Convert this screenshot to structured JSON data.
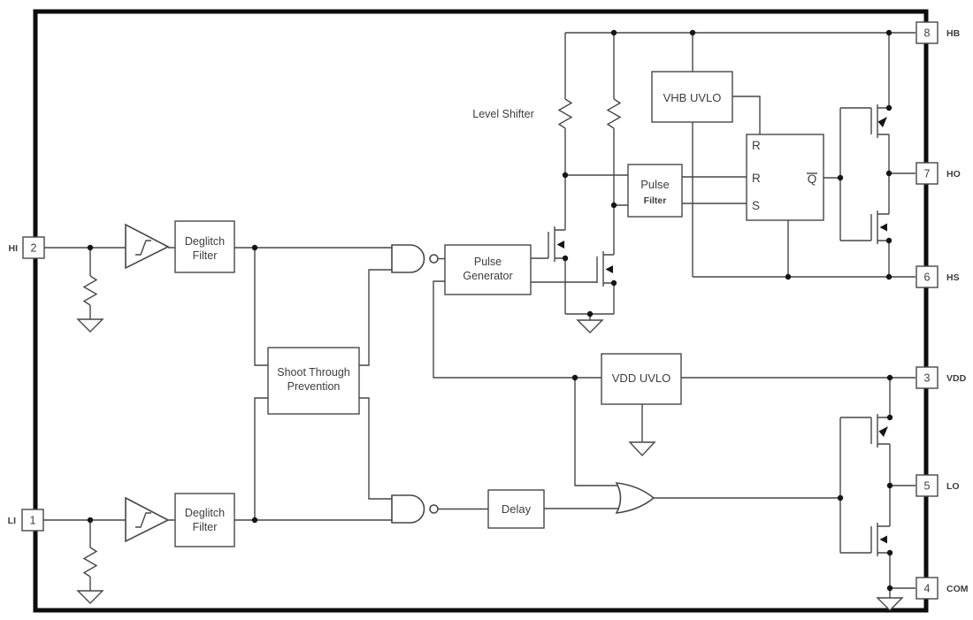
{
  "pins": {
    "hi": {
      "number": "2",
      "label": "HI"
    },
    "li": {
      "number": "1",
      "label": "LI"
    },
    "hb": {
      "number": "8",
      "label": "HB"
    },
    "ho": {
      "number": "7",
      "label": "HO"
    },
    "hs": {
      "number": "6",
      "label": "HS"
    },
    "vdd": {
      "number": "3",
      "label": "VDD"
    },
    "lo": {
      "number": "5",
      "label": "LO"
    },
    "com": {
      "number": "4",
      "label": "COM"
    }
  },
  "blocks": {
    "deglitch_hi": {
      "line1": "Deglitch",
      "line2": "Filter"
    },
    "deglitch_li": {
      "line1": "Deglitch",
      "line2": "Filter"
    },
    "shoot_through": {
      "line1": "Shoot Through",
      "line2": "Prevention"
    },
    "pulse_generator": {
      "line1": "Pulse",
      "line2": "Generator"
    },
    "pulse_filter": {
      "line1": "Pulse",
      "line2": "Filter"
    },
    "vhb_uvlo": {
      "label": "VHB UVLO"
    },
    "vdd_uvlo": {
      "label": "VDD UVLO"
    },
    "delay": {
      "label": "Delay"
    }
  },
  "latch": {
    "input_top": "R",
    "input_mid": "R",
    "input_s": "S",
    "output": "Q"
  },
  "annotations": {
    "level_shifter": "Level Shifter"
  },
  "colors": {
    "wire": "#474747",
    "border": "#0d0d0d",
    "text": "#3d3d3d",
    "background": "#ffffff"
  }
}
